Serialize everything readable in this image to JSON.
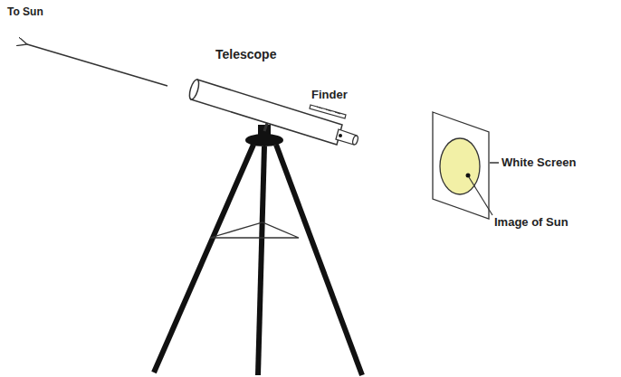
{
  "diagram": {
    "labels": [
      "To Sun",
      "Telescope",
      "Finder",
      "White Screen",
      "Image of Sun"
    ]
  }
}
